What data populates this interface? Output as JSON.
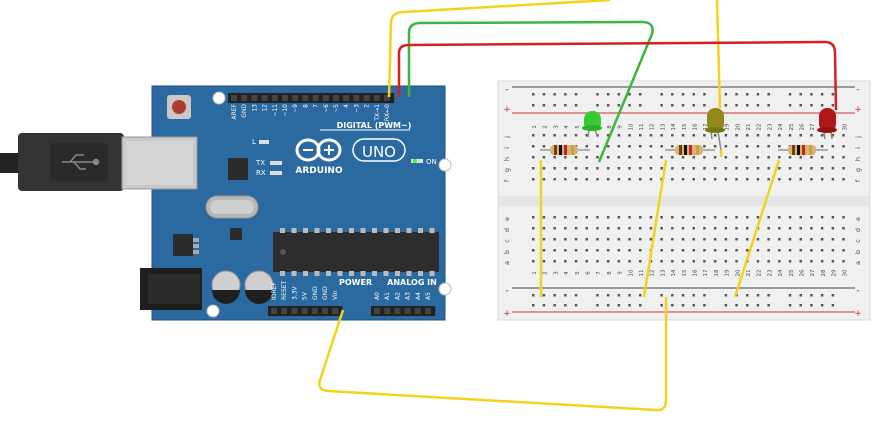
{
  "arduino": {
    "brand": "ARDUINO",
    "model": "UNO",
    "on_label": "ON",
    "tx_label": "TX",
    "rx_label": "RX",
    "l_label": "L",
    "digital_header": "DIGITAL (PWM~)",
    "power_header": "POWER",
    "analog_header": "ANALOG IN",
    "digital_pins": [
      "AREF",
      "GND",
      "13",
      "12",
      "~11",
      "~10",
      "~9",
      "8",
      "7",
      "~6",
      "~5",
      "4",
      "~3",
      "2",
      "TX→1",
      "RX←0"
    ],
    "power_pins": [
      "IOREF",
      "RESET",
      "3.3V",
      "5V",
      "GND",
      "GND",
      "Vin"
    ],
    "analog_pins": [
      "A0",
      "A1",
      "A2",
      "A3",
      "A4",
      "A5"
    ]
  },
  "breadboard": {
    "rail_minus": "-",
    "rail_plus": "+",
    "row_letters_top": [
      "j",
      "i",
      "h",
      "g",
      "f"
    ],
    "row_letters_bottom": [
      "e",
      "d",
      "c",
      "b",
      "a"
    ],
    "column_numbers": [
      "1",
      "2",
      "3",
      "4",
      "5",
      "6",
      "7",
      "8",
      "9",
      "10",
      "11",
      "12",
      "13",
      "14",
      "15",
      "16",
      "17",
      "18",
      "19",
      "20",
      "21",
      "22",
      "23",
      "24",
      "25",
      "26",
      "27",
      "28",
      "29",
      "30"
    ]
  },
  "components": {
    "leds": [
      {
        "id": "led-green",
        "color": "#33cc33"
      },
      {
        "id": "led-yellow",
        "color": "#8f8a1a"
      },
      {
        "id": "led-red",
        "color": "#b01818"
      }
    ],
    "resistors": 3
  },
  "wires": [
    {
      "id": "yellow-wire-pin4",
      "color": "#f2d21b"
    },
    {
      "id": "green-wire-pin2",
      "color": "#3cb63c"
    },
    {
      "id": "red-wire-pin3",
      "color": "#d61f1f"
    },
    {
      "id": "yellow-wire-gnd",
      "color": "#f2d21b"
    }
  ],
  "colors": {
    "board": "#2a6aa0",
    "board_dark": "#1f5584",
    "breadboard": "#f0f0f0",
    "rail_red": "#d22f2f",
    "rail_blue": "#444444"
  }
}
